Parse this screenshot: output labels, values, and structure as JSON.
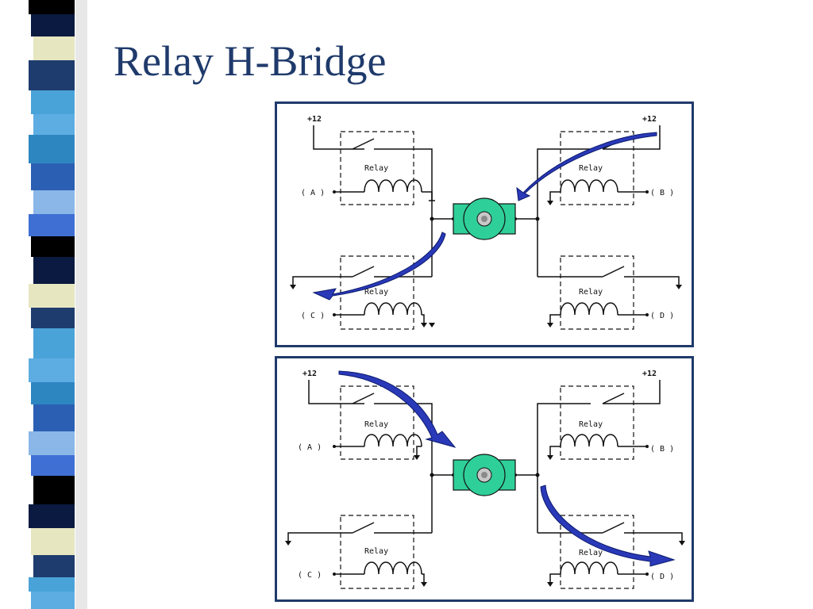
{
  "slide": {
    "title": "Relay H-Bridge"
  },
  "colors": {
    "title": "#1f3a6b",
    "frame": "#1f3a6b",
    "motor": "#2fcf9a",
    "arrow": "#2a39b8"
  },
  "stripe_colors": [
    "#000000",
    "#1e3c6e",
    "#2e86c1",
    "#3f6fd3",
    "#e6e6c0",
    "#5dade2",
    "#8ab6e8",
    "#0a1a40",
    "#4aa3d8",
    "#2b5fb3"
  ],
  "diagrams": [
    {
      "supply_left": "+12",
      "supply_right": "+12",
      "relays": [
        {
          "label": "Relay",
          "id": "( A )"
        },
        {
          "label": "Relay",
          "id": "( B )"
        },
        {
          "label": "Relay",
          "id": "( C )"
        },
        {
          "label": "Relay",
          "id": "( D )"
        }
      ],
      "current_path": "B to C"
    },
    {
      "supply_left": "+12",
      "supply_right": "+12",
      "relays": [
        {
          "label": "Relay",
          "id": "( A )"
        },
        {
          "label": "Relay",
          "id": "( B )"
        },
        {
          "label": "Relay",
          "id": "( C )"
        },
        {
          "label": "Relay",
          "id": "( D )"
        }
      ],
      "current_path": "A to D"
    }
  ]
}
